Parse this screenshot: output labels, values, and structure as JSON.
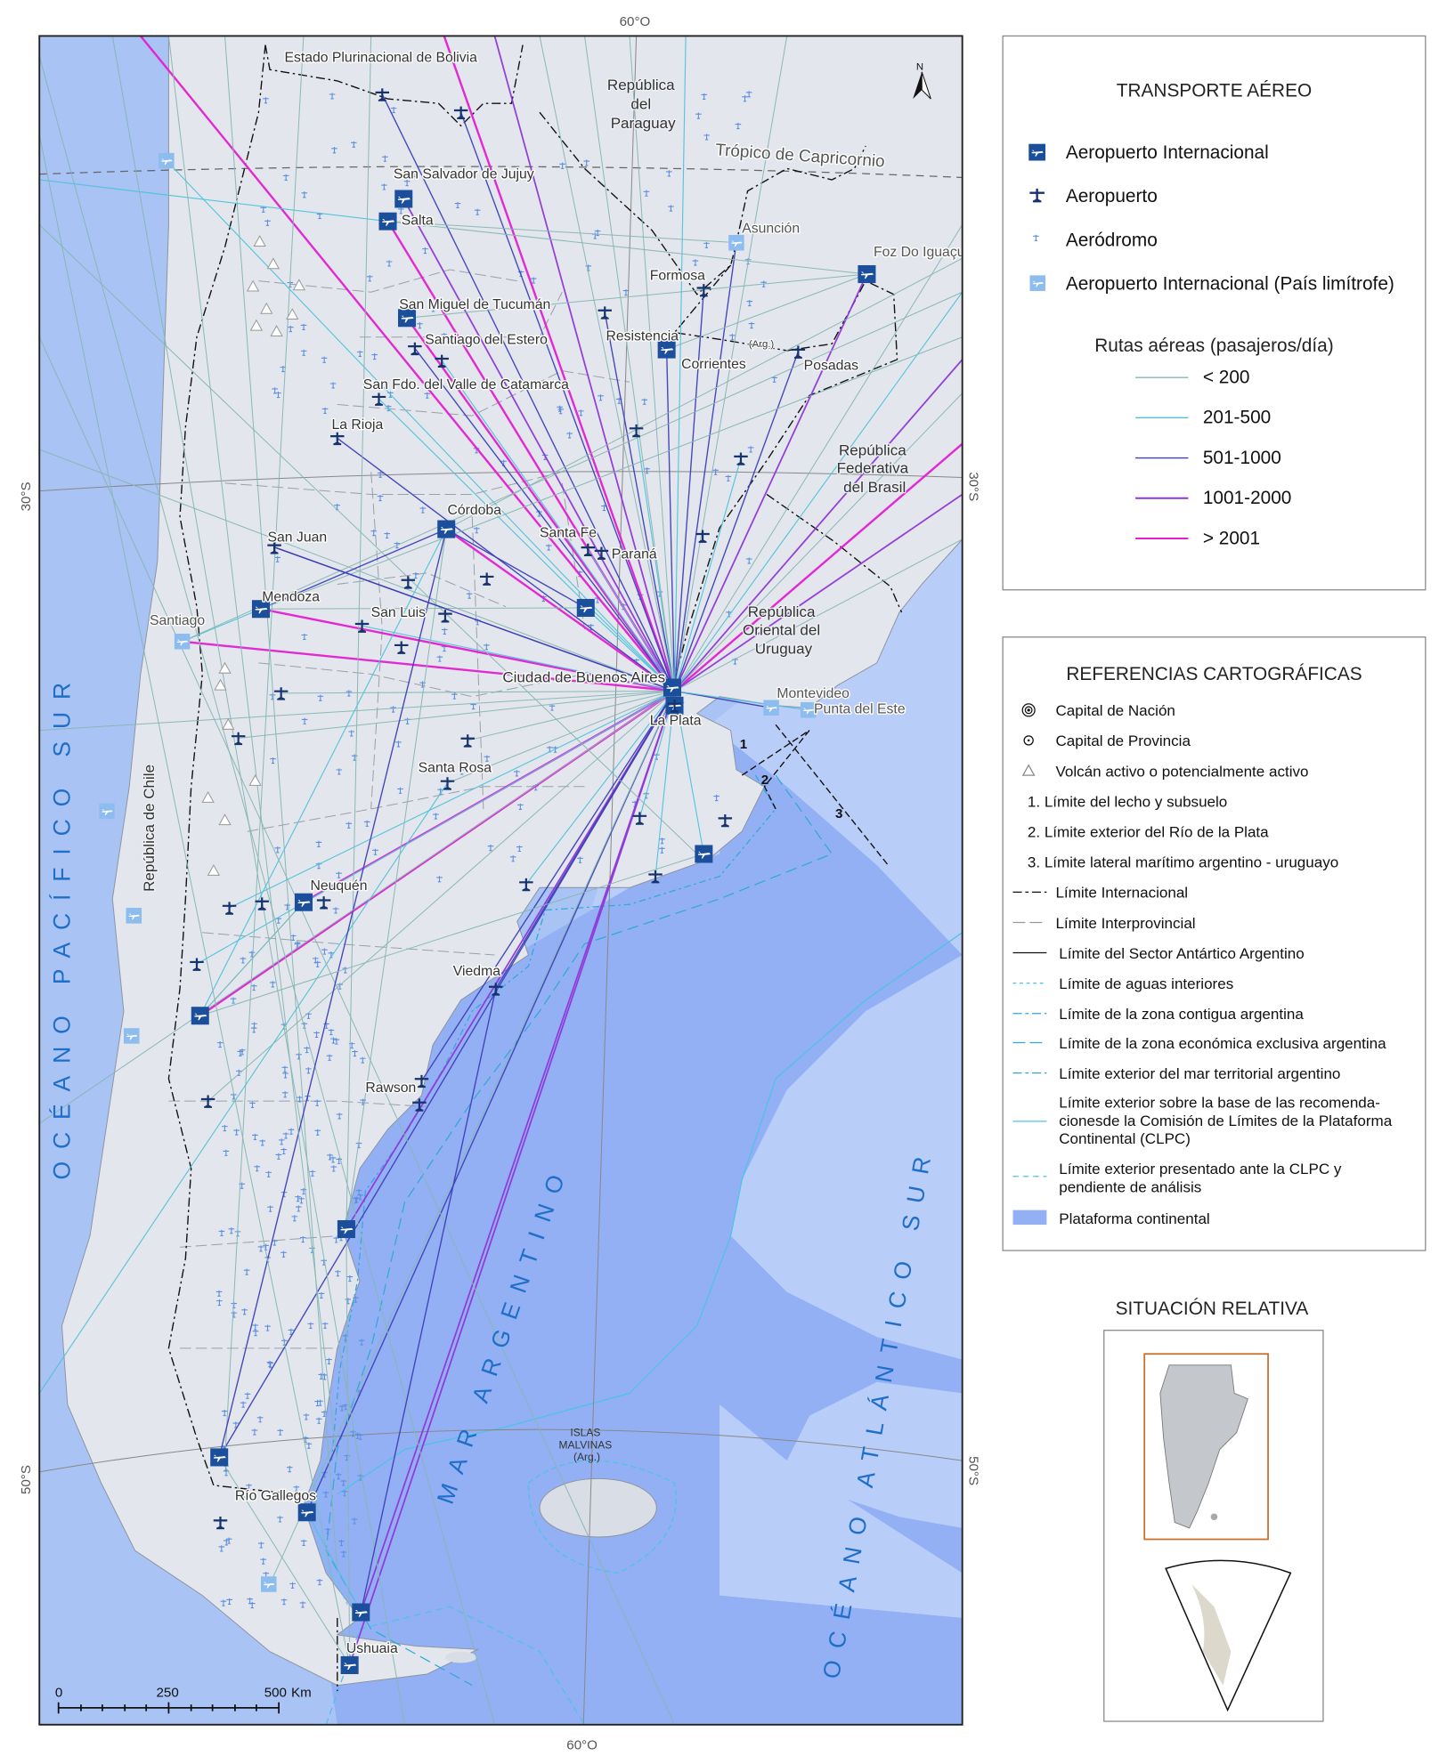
{
  "map": {
    "labels": {
      "bolivia": "Estado Plurinacional de Bolivia",
      "paraguay": [
        "República",
        "del",
        "Paraguay"
      ],
      "tropic": "Trópico de Capricornio",
      "brasil": [
        "República",
        "Federativa",
        "del Brasil"
      ],
      "uruguay": [
        "República",
        "Oriental del",
        "Uruguay"
      ],
      "chile": "República de Chile",
      "malvinas": [
        "ISLAS",
        "MALVINAS",
        "(Arg.)"
      ],
      "arg_note": "(Arg.)",
      "pacific": "OCÉANO PACÍFICO SUR",
      "atlantic": "OCÉANO ATLÁNTICO SUR",
      "mar": "MAR ARGENTINO",
      "north": "N"
    },
    "cities": [
      "San Salvador de Jujuy",
      "Salta",
      "Asunción",
      "Foz Do Iguaçu",
      "Formosa",
      "San Miguel de Tucumán",
      "Resistencia",
      "Santiago del Estero",
      "Corrientes",
      "Posadas",
      "San Fdo. del Valle de Catamarca",
      "La Rioja",
      "Córdoba",
      "Santa Fe",
      "San Juan",
      "Paraná",
      "Mendoza",
      "Santiago",
      "San Luis",
      "Ciudad de Buenos Aires",
      "Montevideo",
      "Punta del Este",
      "La Plata",
      "Santa Rosa",
      "Neuquén",
      "Viedma",
      "Rawson",
      "Río Gallegos",
      "Ushuaia"
    ],
    "boundary_numbers": [
      "1",
      "2",
      "3"
    ],
    "graticule": {
      "lon_top": "60°O",
      "lon_bottom": "60°O",
      "lat30_left": "30°S",
      "lat30_right": "30°S",
      "lat50_left": "50°S",
      "lat50_right": "50°S"
    },
    "scale": {
      "ticks": [
        "0",
        "250",
        "500"
      ],
      "unit": "Km"
    },
    "colors": {
      "pacific": "#a9c3f4",
      "ocean": "#b9cdf9",
      "shelf": "#93b0f5",
      "land": "#e3e6ed",
      "intl_airport": "#1b4f9c",
      "airport": "#16336e",
      "aerodrome": "#5d8fe0",
      "neighbor_airport": "#8dbcee"
    }
  },
  "legend_transport": {
    "title": "TRANSPORTE AÉREO",
    "items": [
      {
        "icon": "intl-airport-icon",
        "label": "Aeropuerto Internacional"
      },
      {
        "icon": "airport-icon",
        "label": "Aeropuerto"
      },
      {
        "icon": "aerodrome-icon",
        "label": "Aeródromo"
      },
      {
        "icon": "neighbor-intl-airport-icon",
        "label": "Aeropuerto Internacional (País limítrofe)"
      }
    ],
    "routes_title": "Rutas aéreas (pasajeros/día)",
    "routes": [
      {
        "label": "< 200",
        "color": "#86b6b2"
      },
      {
        "label": "201-500",
        "color": "#4fc2da"
      },
      {
        "label": "501-1000",
        "color": "#3d3fb8"
      },
      {
        "label": "1001-2000",
        "color": "#8f36d8"
      },
      {
        "label": "> 2001",
        "color": "#e21fd2"
      }
    ]
  },
  "legend_cartographic": {
    "title": "REFERENCIAS CARTOGRÁFICAS",
    "items": [
      "Capital de Nación",
      "Capital de Provincia",
      "Volcán activo o potencialmente activo",
      "1. Límite del lecho y subsuelo",
      "2. Límite exterior del Río de la Plata",
      "3. Límite lateral marítimo argentino - uruguayo",
      "Límite Internacional",
      "Límite Interprovincial",
      "Límite del Sector Antártico Argentino",
      "Límite de aguas interiores",
      "Límite de la zona contigua argentina",
      "Límite de la zona económica exclusiva argentina",
      "Límite exterior del mar territorial argentino",
      [
        "Límite exterior sobre la base  de las recomenda-",
        "cionesde la Comisión de Límites de la Plataforma",
        "Continental (CLPC)"
      ],
      [
        "Límite exterior presentado ante la CLPC y",
        "pendiente de análisis"
      ],
      "Plataforma continental"
    ]
  },
  "relative_situation": {
    "title": "SITUACIÓN RELATIVA",
    "frame_color": "#c8702a"
  }
}
